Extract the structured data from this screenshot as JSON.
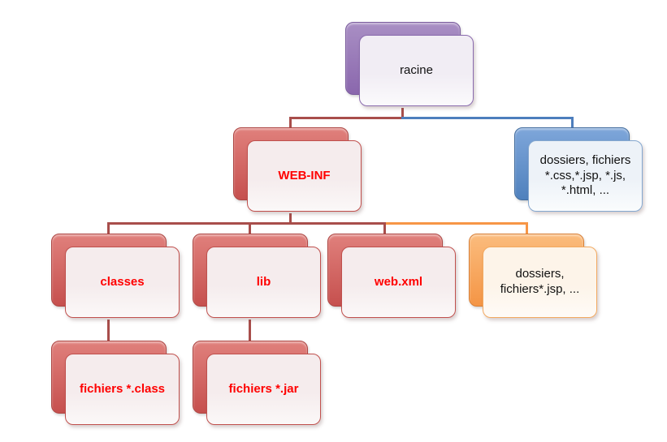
{
  "diagram": {
    "type": "hierarchy",
    "description": "Structure d'une application web (racine / WEB-INF)",
    "nodes": {
      "racine": {
        "label": "racine",
        "color": "purple"
      },
      "webinf": {
        "label": "WEB-INF",
        "color": "red"
      },
      "static_files": {
        "label": "dossiers, fichiers *.css,*.jsp, *.js, *.html, ...",
        "color": "blue"
      },
      "classes": {
        "label": "classes",
        "color": "red"
      },
      "lib": {
        "label": "lib",
        "color": "red"
      },
      "webxml": {
        "label": "web.xml",
        "color": "red"
      },
      "jsp_files": {
        "label": "dossiers, fichiers*.jsp, ...",
        "color": "orange"
      },
      "class_files": {
        "label": "fichiers *.class",
        "color": "red"
      },
      "jar_files": {
        "label": "fichiers *.jar",
        "color": "red"
      }
    },
    "edges": [
      {
        "from": "racine",
        "to": "webinf",
        "color": "red"
      },
      {
        "from": "racine",
        "to": "static_files",
        "color": "blue"
      },
      {
        "from": "webinf",
        "to": "classes",
        "color": "red"
      },
      {
        "from": "webinf",
        "to": "lib",
        "color": "red"
      },
      {
        "from": "webinf",
        "to": "webxml",
        "color": "red"
      },
      {
        "from": "webinf",
        "to": "jsp_files",
        "color": "orange"
      },
      {
        "from": "classes",
        "to": "class_files",
        "color": "red"
      },
      {
        "from": "lib",
        "to": "jar_files",
        "color": "red"
      }
    ],
    "colors": {
      "purple": "#8a67ad",
      "red": "#c6504e",
      "blue": "#4f81bd",
      "orange": "#f49545",
      "connector_red": "#a84e4b",
      "connector_blue": "#4d7ebd",
      "connector_orange": "#f79646",
      "label_red": "#ff0000",
      "label_black": "#111111",
      "background": "#ffffff"
    }
  }
}
